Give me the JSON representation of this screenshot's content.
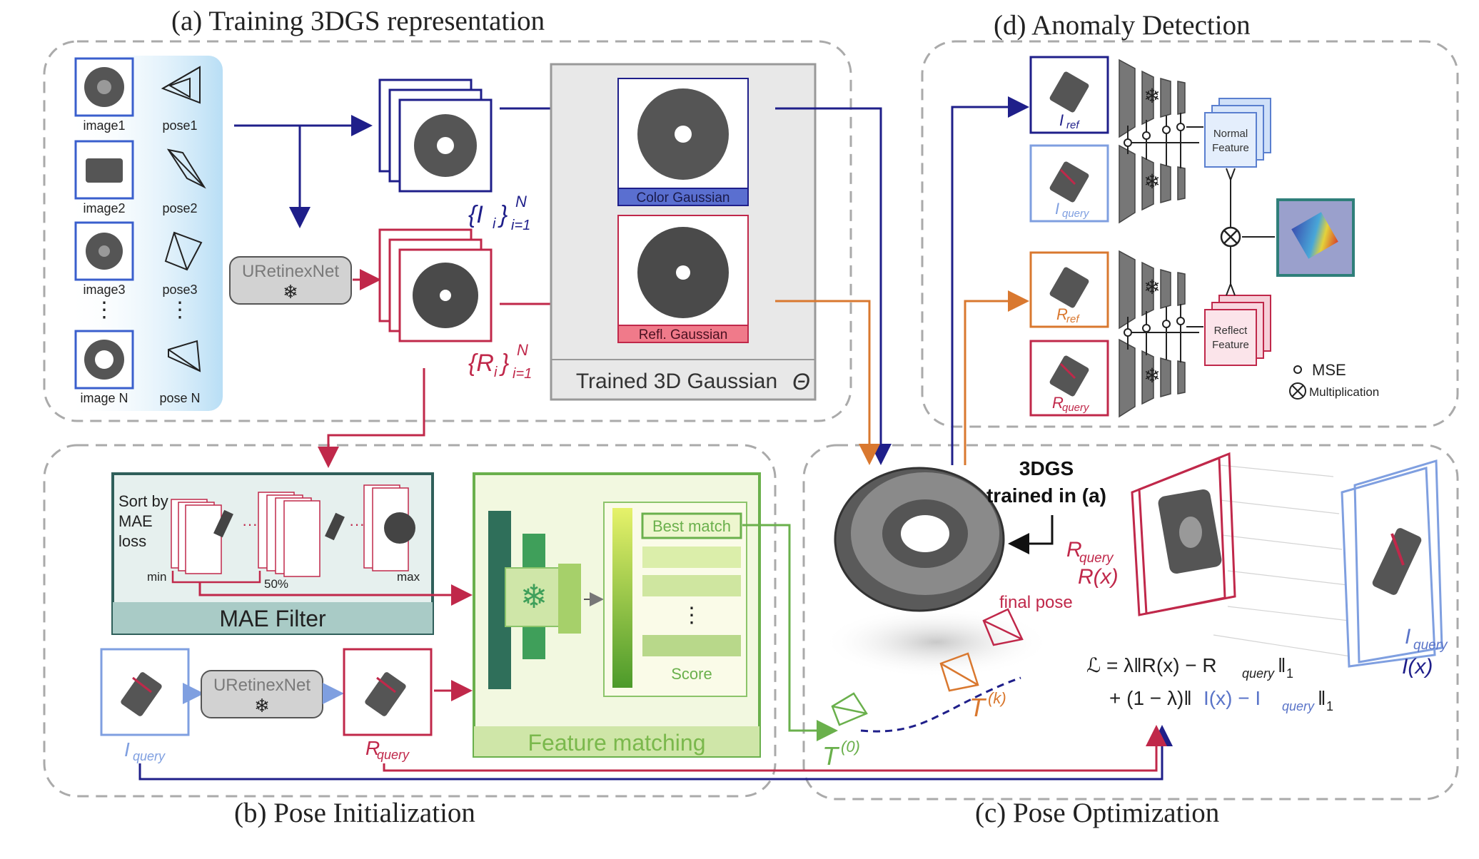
{
  "panels": {
    "a_title": "(a) Training 3DGS representation",
    "b_title": "(b) Pose Initialization",
    "c_title": "(c) Pose Optimization",
    "d_title": "(d) Anomaly Detection"
  },
  "training": {
    "images": [
      "image1",
      "image2",
      "image3",
      "image N"
    ],
    "poses": [
      "pose1",
      "pose2",
      "pose3",
      "pose N"
    ],
    "ellipsis": "⋮",
    "retinex_label": "URetinexNet",
    "color_gaussian": "Color Gaussian",
    "refl_gaussian": "Refl. Gaussian",
    "trained_label": "Trained 3D Gaussian",
    "theta": "Θ",
    "I_set": "{I",
    "R_set": "{R",
    "set_sub_i": "i",
    "set_close": "}",
    "set_sup": "N",
    "set_sub": "i=1"
  },
  "pose_init": {
    "sort_label": [
      "Sort by",
      "MAE",
      "loss"
    ],
    "min": "min",
    "max": "max",
    "pct": "50%",
    "dots": "···",
    "mae_filter": "MAE Filter",
    "retinex_label": "URetinexNet",
    "I_query": "I",
    "R_query": "R",
    "query_sub": "query",
    "best_match": "Best match",
    "score": "Score",
    "vdots": "⋮",
    "feature_matching": "Feature matching"
  },
  "pose_opt": {
    "dgs_line1": "3DGS",
    "dgs_line2": "trained in (a)",
    "final_pose": "final pose",
    "T0": "T",
    "T0_sup": "(0)",
    "Tk": "T",
    "Tk_sup": "(k)",
    "Rq": "R",
    "Rq_sub": "query",
    "Rx": "R(x)",
    "Iq": "I",
    "Iq_sub": "query",
    "Ix": "I(x)",
    "loss_line1": "ℒ = λ‖R(x) − R",
    "loss_line1_sub": "query",
    "loss_line1_end": "‖",
    "loss_line1_end_sub": "1",
    "loss_line2_a": "+ (1 − λ)‖",
    "loss_line2_b": "I(x) − I",
    "loss_line2_sub": "query",
    "loss_line2_end": "‖",
    "loss_line2_end_sub": "1"
  },
  "anomaly": {
    "I": "I",
    "R": "R",
    "ref_sub": "ref",
    "query_sub": "query",
    "normal_feature": [
      "Normal",
      "Feature"
    ],
    "reflect_feature": [
      "Reflect",
      "Feature"
    ],
    "mse": "MSE",
    "multiplication": "Multiplication"
  },
  "colors": {
    "navy": "#1f1f8a",
    "crimson": "#c0284a",
    "orange": "#d9782f",
    "green": "#6ab04c",
    "light_blue": "#7f9fe0",
    "teal_dark": "#2f5f5a",
    "dash_grey": "#aaaaaa"
  }
}
